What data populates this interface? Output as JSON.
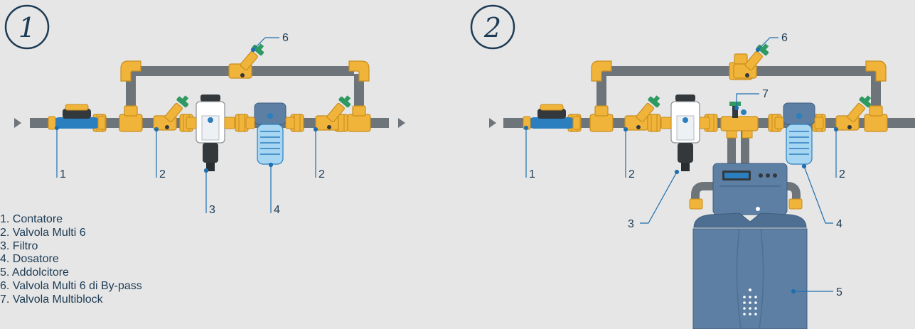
{
  "colors": {
    "background": "#e6e6e6",
    "pipe": "#6d757b",
    "brass": "#f0b43a",
    "brass_dark": "#c98d1c",
    "valve_green": "#2e9a62",
    "blue": "#2c7fbe",
    "leader": "#1e6fb0",
    "text": "#1d3b54",
    "dark": "#33383c",
    "softener": "#5d7fa3"
  },
  "diagram_1": {
    "badge": "1",
    "callouts": {
      "c1": "1",
      "c2a": "2",
      "c2b": "2",
      "c3": "3",
      "c4": "4",
      "c6": "6"
    }
  },
  "diagram_2": {
    "badge": "2",
    "callouts": {
      "c1": "1",
      "c2a": "2",
      "c2b": "2",
      "c3": "3",
      "c4": "4",
      "c5": "5",
      "c6": "6",
      "c7": "7"
    }
  },
  "legend": [
    "1. Contatore",
    "2. Valvola Multi 6",
    "3. Filtro",
    "4. Dosatore",
    "5. Addolcitore",
    "6. Valvola Multi 6 di By-pass",
    "7. Valvola Multiblock"
  ],
  "icons": [
    "flow-arrow-icon",
    "water-meter-icon",
    "valve-icon",
    "filter-icon",
    "dosing-unit-icon",
    "softener-icon",
    "multiblock-valve-icon"
  ]
}
